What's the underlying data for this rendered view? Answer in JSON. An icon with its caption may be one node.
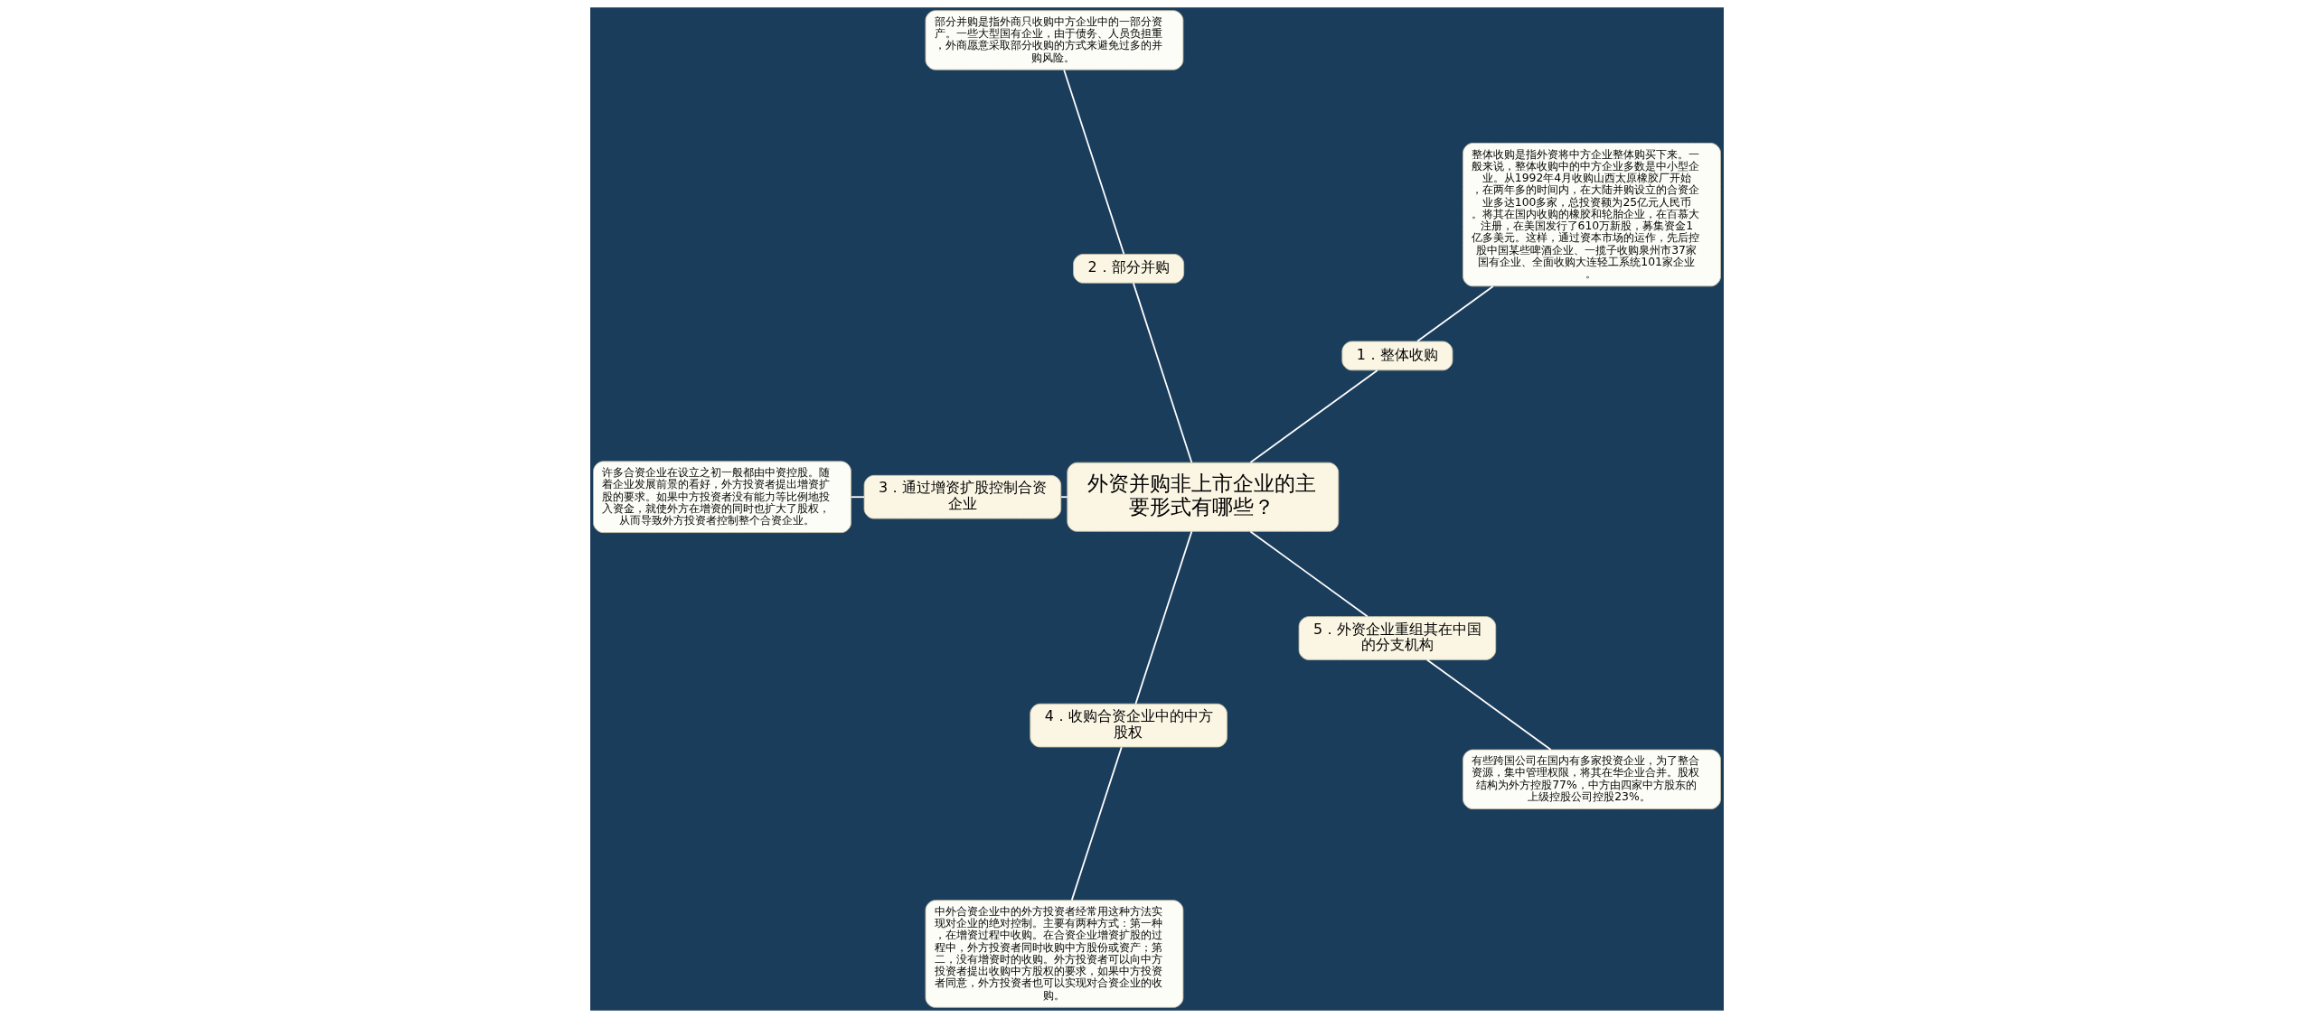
{
  "diagram": {
    "nodes": [
      {
        "text": [
          "外资并购非上市企业的主要形式有哪些？"
        ]
      },
      {
        "text": [
          "1．整体收购"
        ]
      },
      {
        "text": [
          "整体收购是指外资将中方企业整体购买下来。一般来说，整体收购中的中方企业多数是中小型企业。从1992年4月收购山西太原橡胶厂开始，在两年多的时间内，在大陆并购设立的合资企业多达100多家，总投资额为25亿元人民币。将其在国内收购的橡胶和轮胎企业，在百慕大注册，在美国发行了610万新股，募集资金1亿多美元。这样，通过资本市场的运作，先后控股中国某些啤酒企业、一揽子收购泉州市37家国有企业、全面收购大连轻工系统101家企业。"
        ]
      },
      {
        "text": [
          "2．部分并购"
        ]
      },
      {
        "text": [
          "部分并购是指外商只收购中方企业中的一部分资产。一些大型国有企业，由于债务、人员负担重，外商愿意采取部分收购的方式来避免过多的并购风险。"
        ]
      },
      {
        "text": [
          "3．通过增资扩股控制合资企业"
        ]
      },
      {
        "text": [
          "许多合资企业在设立之初一般都由中资控股。随着企业发展前景的看好，外方投资者提出增资扩股的要求。如果中方投资者没有能力等比例地投入资金，就使外方在增资的同时也扩大了股权，从而导致外方投资者控制整个合资企业。"
        ]
      },
      {
        "text": [
          "4．收购合资企业中的中方股权"
        ]
      },
      {
        "text": [
          "中外合资企业中的外方投资者经常用这种方法实现对企业的绝对控制。主要有两种方式：第一种，在增资过程中收购。在合资企业增资扩股的过程中，外方投资者同时收购中方股份或资产；第二，没有增资时的收购。外方投资者可以向中方投资者提出收购中方股权的要求，如果中方投资者同意，外方投资者也可以实现对合资企业的收购。"
        ]
      },
      {
        "text": [
          "5．外资企业重组其在中国的分支机构"
        ]
      },
      {
        "text": [
          "有些跨国公司在国内有多家投资企业，为了整合资源，集中管理权限，将其在华企业合并。股权结构为外方控股77%，中方由四家中方股东的上级控股公司控股23%。"
        ]
      }
    ],
    "edges": [
      {
        "from": 0,
        "to": 1,
        "arrow": "none"
      },
      {
        "from": 1,
        "to": 2,
        "arrow": "none"
      },
      {
        "from": 0,
        "to": 3,
        "arrow": "none"
      },
      {
        "from": 3,
        "to": 4,
        "arrow": "none"
      },
      {
        "from": 0,
        "to": 5,
        "arrow": "none"
      },
      {
        "from": 5,
        "to": 6,
        "arrow": "none"
      },
      {
        "from": 0,
        "to": 7,
        "arrow": "none"
      },
      {
        "from": 7,
        "to": 8,
        "arrow": "none"
      },
      {
        "from": 0,
        "to": 9,
        "arrow": "none"
      },
      {
        "from": 9,
        "to": 10,
        "arrow": "none"
      }
    ]
  }
}
